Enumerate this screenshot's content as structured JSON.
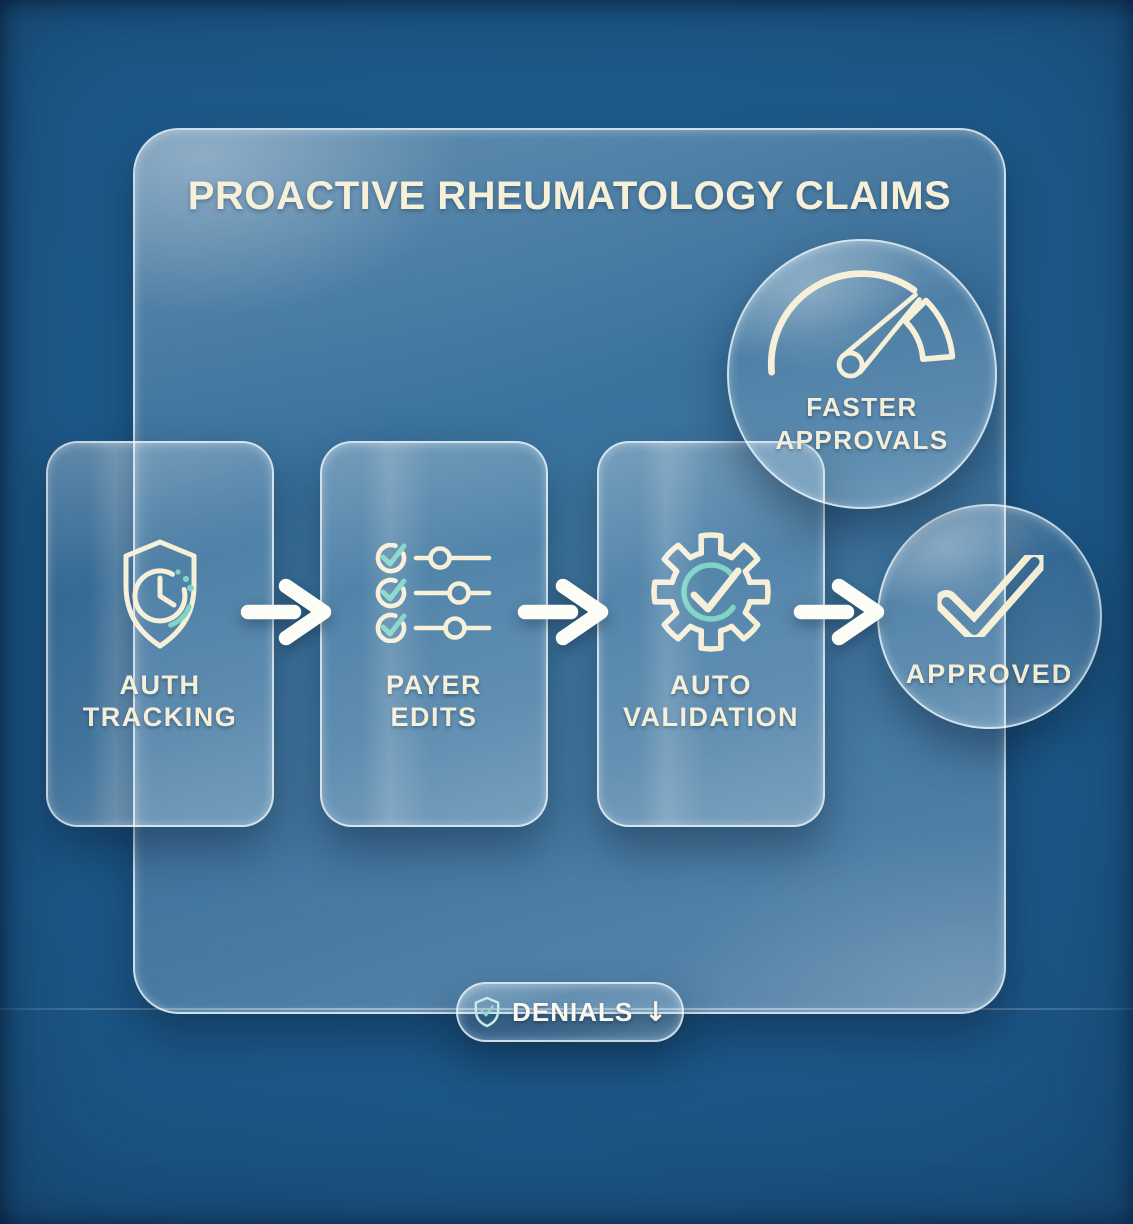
{
  "title": "PROACTIVE RHEUMATOLOGY CLAIMS",
  "steps": [
    {
      "label_line1": "AUTH",
      "label_line2": "TRACKING",
      "icon": "shield-clock-icon"
    },
    {
      "label_line1": "PAYER",
      "label_line2": "EDITS",
      "icon": "checklist-sliders-icon"
    },
    {
      "label_line1": "AUTO",
      "label_line2": "VALIDATION",
      "icon": "gear-check-icon"
    }
  ],
  "outcome": {
    "label": "APPROVED",
    "icon": "checkmark-icon"
  },
  "benefit_badge": {
    "label_line1": "FASTER",
    "label_line2": "APPROVALS",
    "icon": "speedometer-icon"
  },
  "footer_badge": {
    "label": "DENIALS",
    "trend": "↓",
    "icon": "shield-check-icon"
  },
  "colors": {
    "background_blue": "#1d5787",
    "glass_tint": "#e9f3fa",
    "accent_teal": "#7fd4c4",
    "text_cream": "#f6f0d8",
    "arrow_white": "#fdfdf8"
  }
}
